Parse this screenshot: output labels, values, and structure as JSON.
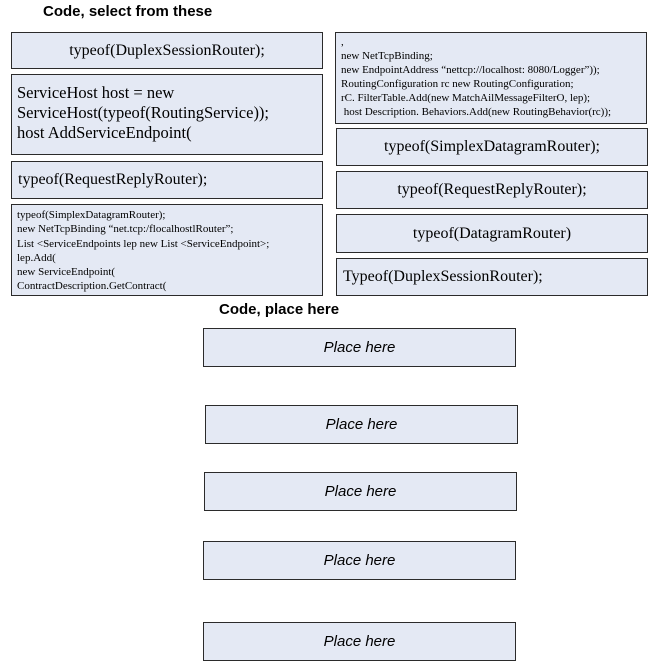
{
  "headings": {
    "select": "Code, select from these",
    "place": "Code, place here"
  },
  "left_options": {
    "duplex": "typeof(DuplexSessionRouter);",
    "servicehost": [
      "ServiceHost host = new",
      "ServiceHost(typeof(RoutingService));",
      "host AddServiceEndpoint("
    ],
    "requestreply": "typeof(RequestReplyRouter);",
    "simplex_block": [
      "typeof(SimplexDatagramRouter);",
      "new NetTcpBinding “net.tcp:/flocalhostlRouter”;",
      "List <ServiceEndpoints lep new List <ServiceEndpoint>;",
      "lep.Add(",
      "new ServiceEndpoint(",
      "ContractDescription.GetContract("
    ]
  },
  "right_options": {
    "binding_block": [
      ",",
      "new NetTcpBinding;",
      "new EndpointAddress “nettcp://localhost: 8080/Logger”));",
      "RoutingConfiguration rc new RoutingConfiguration;",
      "rC. FilterTable.Add(new MatchAilMessageFilterO, lep);",
      " host Description. Behaviors.Add(new RoutingBehavior(rc));"
    ],
    "simplex": "typeof(SimplexDatagramRouter);",
    "requestreply": "typeof(RequestReplyRouter);",
    "datagram": "typeof(DatagramRouter)",
    "duplex": "Typeof(DuplexSessionRouter);"
  },
  "targets": [
    "Place here",
    "Place here",
    "Place here",
    "Place here",
    "Place here"
  ]
}
